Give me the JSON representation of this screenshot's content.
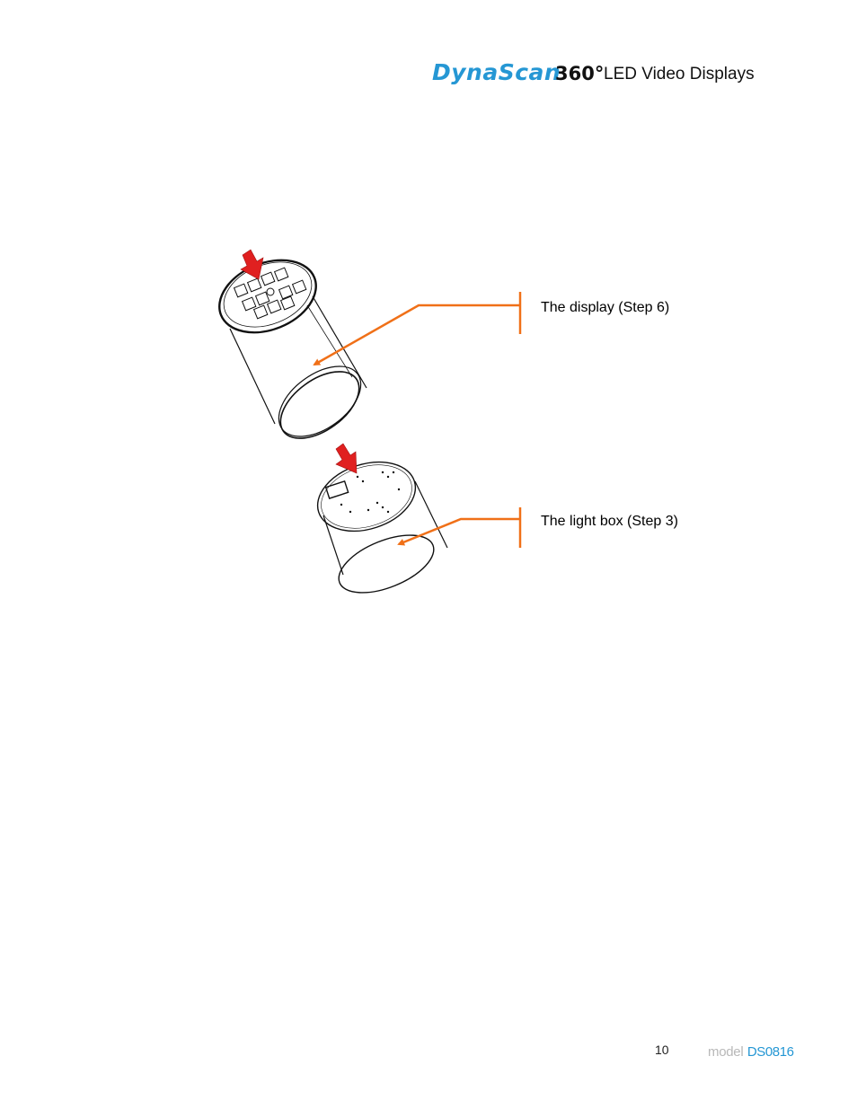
{
  "header": {
    "brand_name": "DynaScan",
    "brand_360": "360°",
    "tagline": "LED Video Displays"
  },
  "figure": {
    "callouts": [
      {
        "id": "display",
        "label": "The display (Step 6)"
      },
      {
        "id": "lightbox",
        "label": "The light box (Step 3)"
      }
    ]
  },
  "footer": {
    "page_number": "10",
    "model_word": "model",
    "model_code": "DS0816"
  },
  "colors": {
    "brand_blue": "#2597d4",
    "callout_orange": "#f07018",
    "indicator_red": "#e02020",
    "model_grey": "#b8b8b8"
  },
  "icons": {
    "display": "cylinder-display-drawing",
    "lightbox": "cylinder-lightbox-drawing",
    "indicator": "red-down-arrow-icon"
  }
}
